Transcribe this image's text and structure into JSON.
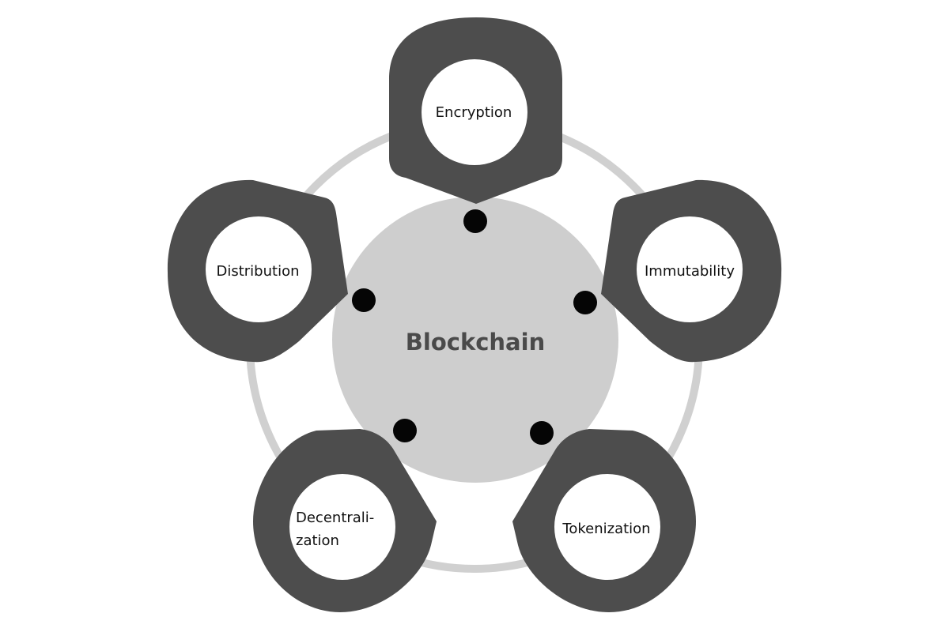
{
  "diagram": {
    "center": {
      "label": "Blockchain"
    },
    "nodes": [
      {
        "id": "encryption",
        "label": "Encryption"
      },
      {
        "id": "immutability",
        "label": "Immutability"
      },
      {
        "id": "tokenization",
        "label": "Tokenization"
      },
      {
        "id": "decentralization",
        "label_line1": "Decentrali-",
        "label_line2": "zation"
      },
      {
        "id": "distribution",
        "label": "Distribution"
      }
    ],
    "colors": {
      "badge": "#4d4d4d",
      "ring": "#d0d0d0",
      "hub": "#cecece",
      "center_text": "#4a4a4a",
      "dot": "#050505",
      "label_text": "#111111",
      "background": "#ffffff"
    }
  }
}
